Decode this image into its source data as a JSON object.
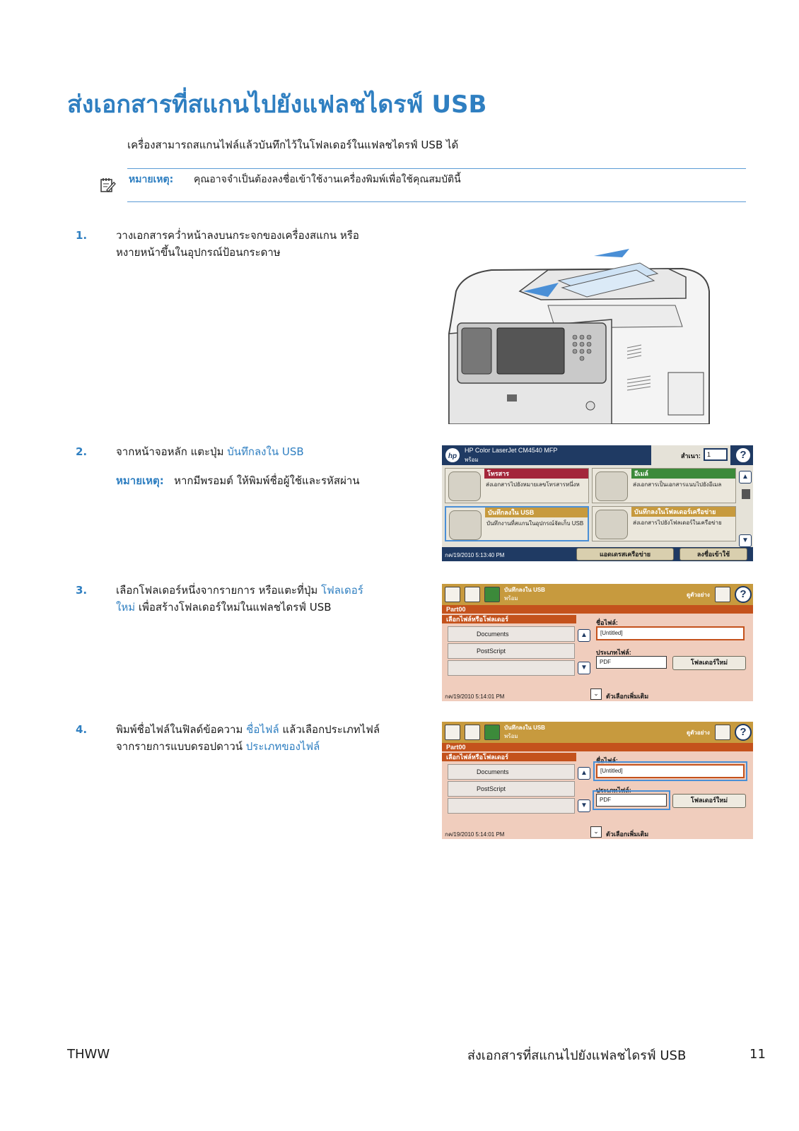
{
  "page": {
    "title": "ส่งเอกสารที่สแกนไปยังแฟลชไดรฟ์ USB",
    "intro": "เครื่องสามารถสแกนไฟล์แล้วบันทึกไว้ในโฟลเดอร์ในแฟลชไดรฟ์ USB ได้",
    "note": {
      "label": "หมายเหตุ:",
      "text": "คุณอาจจำเป็นต้องลงชื่อเข้าใช้งานเครื่องพิมพ์เพื่อใช้คุณสมบัตินี้"
    }
  },
  "steps": [
    {
      "num": "1.",
      "text": "วางเอกสารคว่ำหน้าลงบนกระจกของเครื่องสแกน หรือหงายหน้าขึ้นในอุปกรณ์ป้อนกระดาษ"
    },
    {
      "num": "2.",
      "text_pre": "จากหน้าจอหลัก แตะปุ่ม ",
      "link": "บันทึกลงใน USB",
      "note_label": "หมายเหตุ:",
      "note_text": "หากมีพรอมต์ ให้พิมพ์ชื่อผู้ใช้และรหัสผ่าน"
    },
    {
      "num": "3.",
      "text_pre": "เลือกโฟลเดอร์หนึ่งจากรายการ หรือแตะที่ปุ่ม ",
      "link": "โฟลเดอร์ใหม่",
      "text_post": " เพื่อสร้างโฟลเดอร์ใหม่ในแฟลชไดรฟ์ USB"
    },
    {
      "num": "4.",
      "text_pre": "พิมพ์ชื่อไฟล์ในฟิลด์ข้อความ ",
      "link": "ชื่อไฟล์",
      "text_mid": " แล้วเลือกประเภทไฟล์จากรายการแบบดรอปดาวน์ ",
      "link2": "ประเภทของไฟล์"
    }
  ],
  "home_screen": {
    "model": "HP Color LaserJet CM4540 MFP",
    "status": "พร้อม",
    "copies_label": "สำเนา:",
    "copies_value": "1",
    "tiles": [
      {
        "title": "โทรสาร",
        "desc": "ส่งเอกสารไปยังหมายเลขโทรสารหนึ่งห"
      },
      {
        "title": "อีเมล์",
        "desc": "ส่งเอกสารเป็นเอกสารแนบไปยังอีเมล"
      },
      {
        "title": "บันทึกลงใน USB",
        "desc": "บันทึกงานที่สแกนในอุปกรณ์จัดเก็บ USB"
      },
      {
        "title": "บันทึกลงในโฟลเดอร์เครือข่าย",
        "desc": "ส่งเอกสารไปยังโฟลเดอร์ในเครือข่าย"
      }
    ],
    "timestamp": "กค/19/2010 5:13:40 PM",
    "network_btn": "แอดเดรสเครือข่าย",
    "signin_btn": "ลงชื่อเข้าใช้"
  },
  "usb_screen": {
    "title": "บันทึกลงใน USB",
    "status": "พร้อม",
    "preview_label": "ดูตัวอย่าง",
    "path": "Part00",
    "list_header": "เลือกไฟล์หรือโฟลเดอร์",
    "folders": [
      "Documents",
      "PostScript"
    ],
    "filename_label": "ชื่อไฟล์:",
    "filename_value": "[Untitled]",
    "filetype_label": "ประเภทไฟล์:",
    "filetype_value": "PDF",
    "new_folder_btn": "โฟลเดอร์ใหม่",
    "timestamp": "กค/19/2010 5:14:01 PM",
    "more_options": "ตัวเลือกเพิ่มเติม"
  },
  "footer": {
    "left": "THWW",
    "right": "ส่งเอกสารที่สแกนไปยังแฟลชไดรฟ์ USB",
    "page": "11"
  }
}
